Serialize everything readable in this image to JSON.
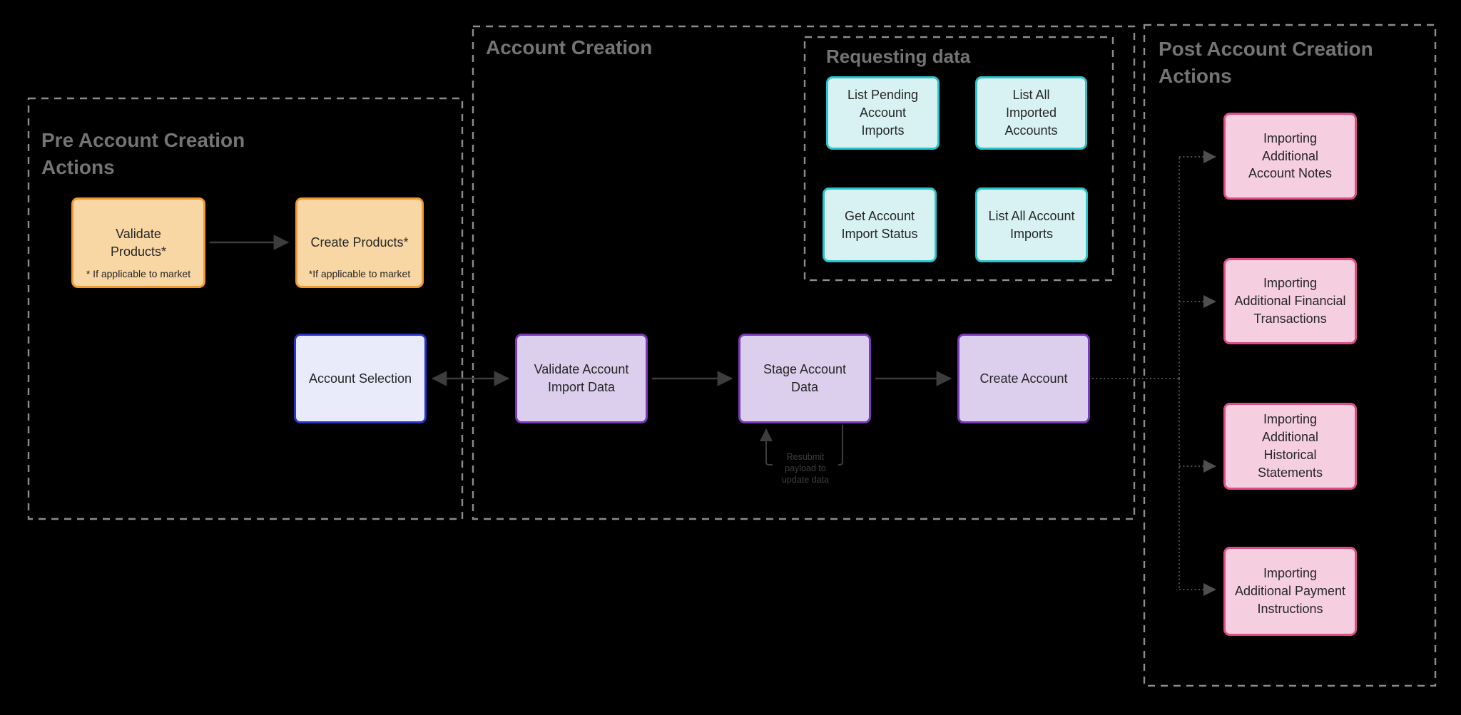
{
  "diagram": {
    "groups": {
      "pre": {
        "title": "Pre Account Creation\nActions"
      },
      "account_creation": {
        "title": "Account Creation"
      },
      "requesting_data": {
        "title": "Requesting data"
      },
      "post": {
        "title": "Post Account Creation\nActions"
      }
    },
    "nodes": {
      "validate_products": {
        "label": "Validate\nProducts*",
        "footnote": "* If applicable to market"
      },
      "create_products": {
        "label": "Create Products*",
        "footnote": "*If applicable to market"
      },
      "account_selection": {
        "label": "Account Selection"
      },
      "validate_account_import_data": {
        "label": "Validate Account\nImport Data"
      },
      "stage_account_data": {
        "label": "Stage Account\nData"
      },
      "create_account": {
        "label": "Create Account"
      },
      "list_pending_account_imports": {
        "label": "List Pending\nAccount\nImports"
      },
      "list_all_imported_accounts": {
        "label": "List All\nImported\nAccounts"
      },
      "get_account_import_status": {
        "label": "Get Account\nImport Status"
      },
      "list_all_account_imports": {
        "label": "List All Account\nImports"
      },
      "importing_additional_account_notes": {
        "label": "Importing\nAdditional\nAccount Notes"
      },
      "importing_additional_financial_transactions": {
        "label": "Importing\nAdditional Financial\nTransactions"
      },
      "importing_additional_historical_statements": {
        "label": "Importing\nAdditional\nHistorical\nStatements"
      },
      "importing_additional_payment_instructions": {
        "label": "Importing\nAdditional Payment\nInstructions"
      }
    },
    "annotations": {
      "resubmit": "Resubmit\npayload to\nupdate data"
    },
    "colors": {
      "background": "#000000",
      "group_border": "#8c8c8c",
      "group_title": "#747474",
      "node_text": "#262626",
      "orange_fill": "#f8d7a4",
      "orange_border": "#ee9a2f",
      "teal_fill": "#d8f2f3",
      "teal_border": "#2ac4cb",
      "purple_fill": "#dccfee",
      "purple_border": "#7b39ba",
      "blue_fill": "#e9ebfb",
      "blue_border": "#2836c3",
      "pink_fill": "#f5cedf",
      "pink_border": "#df4d88",
      "arrow": "#3d3d3d",
      "dotted": "#4f4f4f",
      "note_text": "#3f3f3f"
    }
  }
}
